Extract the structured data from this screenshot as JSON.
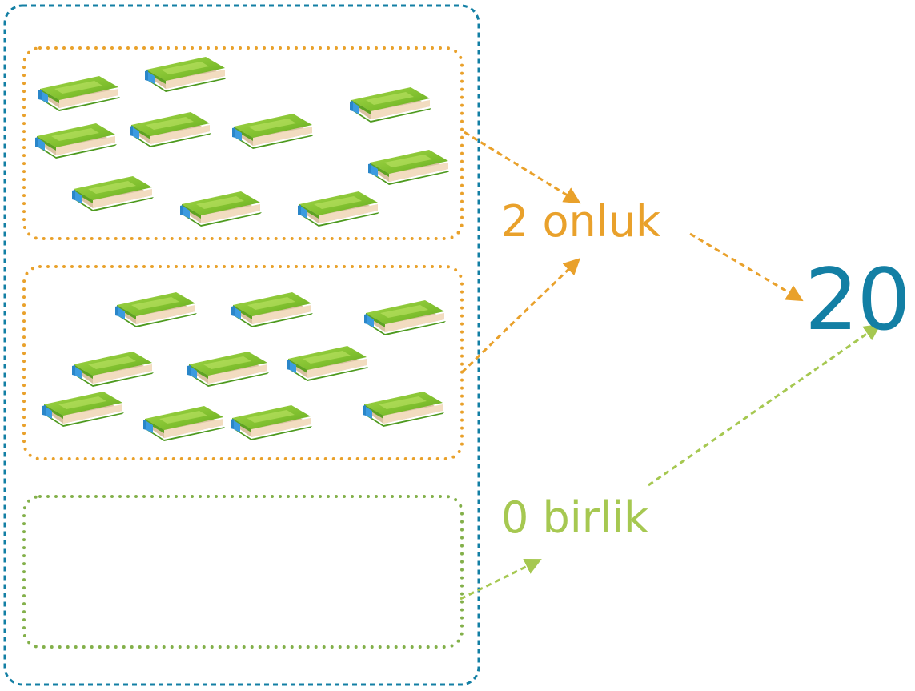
{
  "labels": {
    "tens": "2 onluk",
    "ones": "0 birlik",
    "total": "20"
  },
  "groups": {
    "tens_count": 2,
    "books_per_ten": 10,
    "ones_count": 0
  },
  "icons": {
    "book": "green-book-icon"
  },
  "colors": {
    "outer_frame": "#137fa4",
    "tens": "#e9a12b",
    "ones": "#83b04a",
    "ones_arrow": "#a6c851",
    "book_cover": "#7fbf2e",
    "book_cover_dark": "#4e9a1f",
    "book_pages": "#f2dcc0",
    "book_spine": "#2a86c9"
  }
}
